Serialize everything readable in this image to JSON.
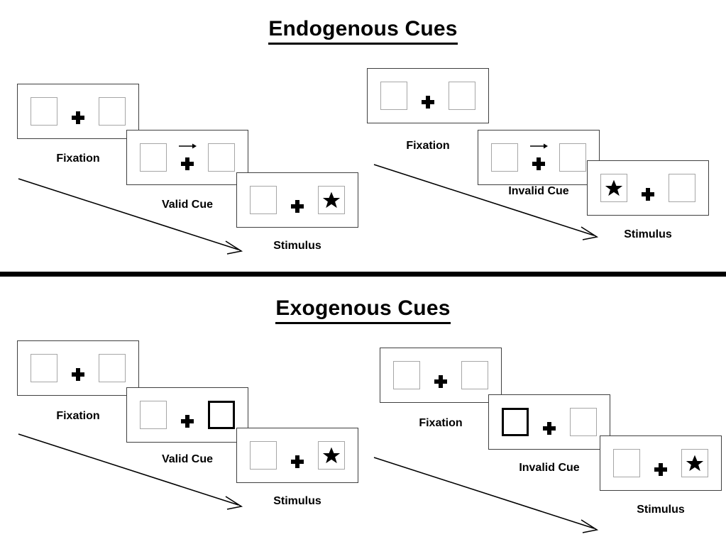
{
  "figure": {
    "sections": [
      {
        "id": "endogenous",
        "title": "Endogenous Cues",
        "conditions": [
          {
            "id": "endogenous-valid",
            "panels": [
              {
                "label": "Fixation",
                "cue": "none",
                "left_box": "empty",
                "right_box": "empty"
              },
              {
                "label": "Valid Cue",
                "cue": "arrow-right",
                "left_box": "empty",
                "right_box": "empty"
              },
              {
                "label": "Stimulus",
                "cue": "none",
                "left_box": "empty",
                "right_box": "star"
              }
            ]
          },
          {
            "id": "endogenous-invalid",
            "panels": [
              {
                "label": "Fixation",
                "cue": "none",
                "left_box": "empty",
                "right_box": "empty"
              },
              {
                "label": "Invalid Cue",
                "cue": "arrow-right",
                "left_box": "empty",
                "right_box": "empty"
              },
              {
                "label": "Stimulus",
                "cue": "none",
                "left_box": "star",
                "right_box": "empty"
              }
            ]
          }
        ]
      },
      {
        "id": "exogenous",
        "title": "Exogenous Cues",
        "conditions": [
          {
            "id": "exogenous-valid",
            "panels": [
              {
                "label": "Fixation",
                "cue": "none",
                "left_box": "empty",
                "right_box": "empty"
              },
              {
                "label": "Valid Cue",
                "cue": "none",
                "left_box": "empty",
                "right_box": "highlighted"
              },
              {
                "label": "Stimulus",
                "cue": "none",
                "left_box": "empty",
                "right_box": "star"
              }
            ]
          },
          {
            "id": "exogenous-invalid",
            "panels": [
              {
                "label": "Fixation",
                "cue": "none",
                "left_box": "empty",
                "right_box": "empty"
              },
              {
                "label": "Invalid Cue",
                "cue": "none",
                "left_box": "highlighted",
                "right_box": "empty"
              },
              {
                "label": "Stimulus",
                "cue": "none",
                "left_box": "empty",
                "right_box": "star"
              }
            ]
          }
        ]
      }
    ],
    "icons": {
      "star": "star-icon",
      "fixation_cross": "plus-icon",
      "cue_arrow": "arrow-right-icon",
      "time_arrow": "time-progression-arrow-icon"
    },
    "colors": {
      "frame_border": "#3f3f3f",
      "box_border": "#a6a6a6",
      "cued_box_border": "#000000",
      "divider": "#000000",
      "text": "#000000",
      "background": "#ffffff"
    }
  }
}
